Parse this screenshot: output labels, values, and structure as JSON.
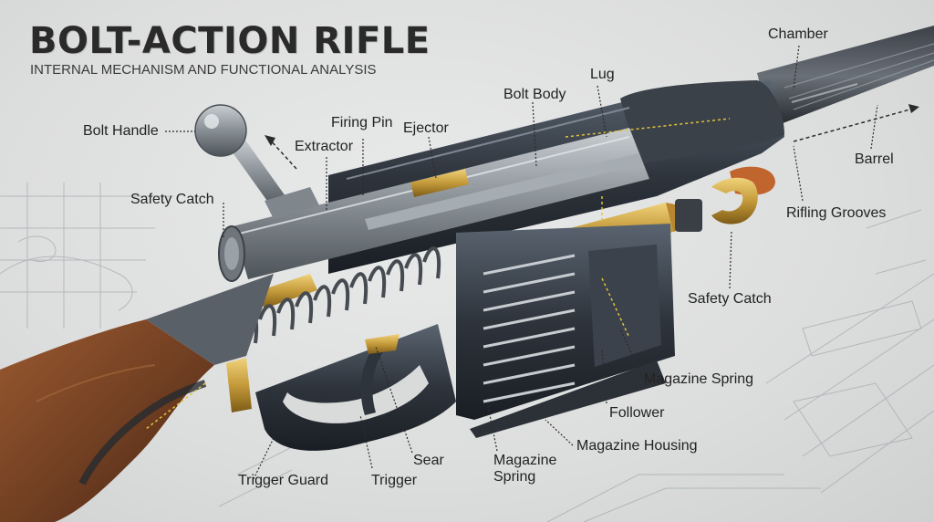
{
  "header": {
    "title": "BOLT-ACTION RIFLE",
    "subtitle": "INTERNAL MECHANISM AND FUNCTIONAL ANALYSIS"
  },
  "labels": {
    "chamber": "Chamber",
    "lug": "Lug",
    "bolt_body": "Bolt Body",
    "bolt_handle": "Bolt Handle",
    "firing_pin": "Firing Pin",
    "ejector": "Ejector",
    "extractor": "Extractor",
    "barrel": "Barrel",
    "safety_catch_left": "Safety Catch",
    "rifling_grooves": "Rifling Grooves",
    "safety_catch_right": "Safety Catch",
    "magazine_spring_right": "Magazine Spring",
    "follower": "Follower",
    "magazine_housing": "Magazine Housing",
    "sear": "Sear",
    "trigger_guard": "Trigger Guard",
    "trigger": "Trigger",
    "magazine_spring_bottom": "Magazine Spring"
  },
  "colors": {
    "steel": "#8a9095",
    "dark_steel": "#34393f",
    "blued": "#2b3038",
    "brass": "#c49a3a",
    "wood": "#6b3b20",
    "leader": "#2b2b2b",
    "arrow_yellow": "#e0c23a"
  }
}
